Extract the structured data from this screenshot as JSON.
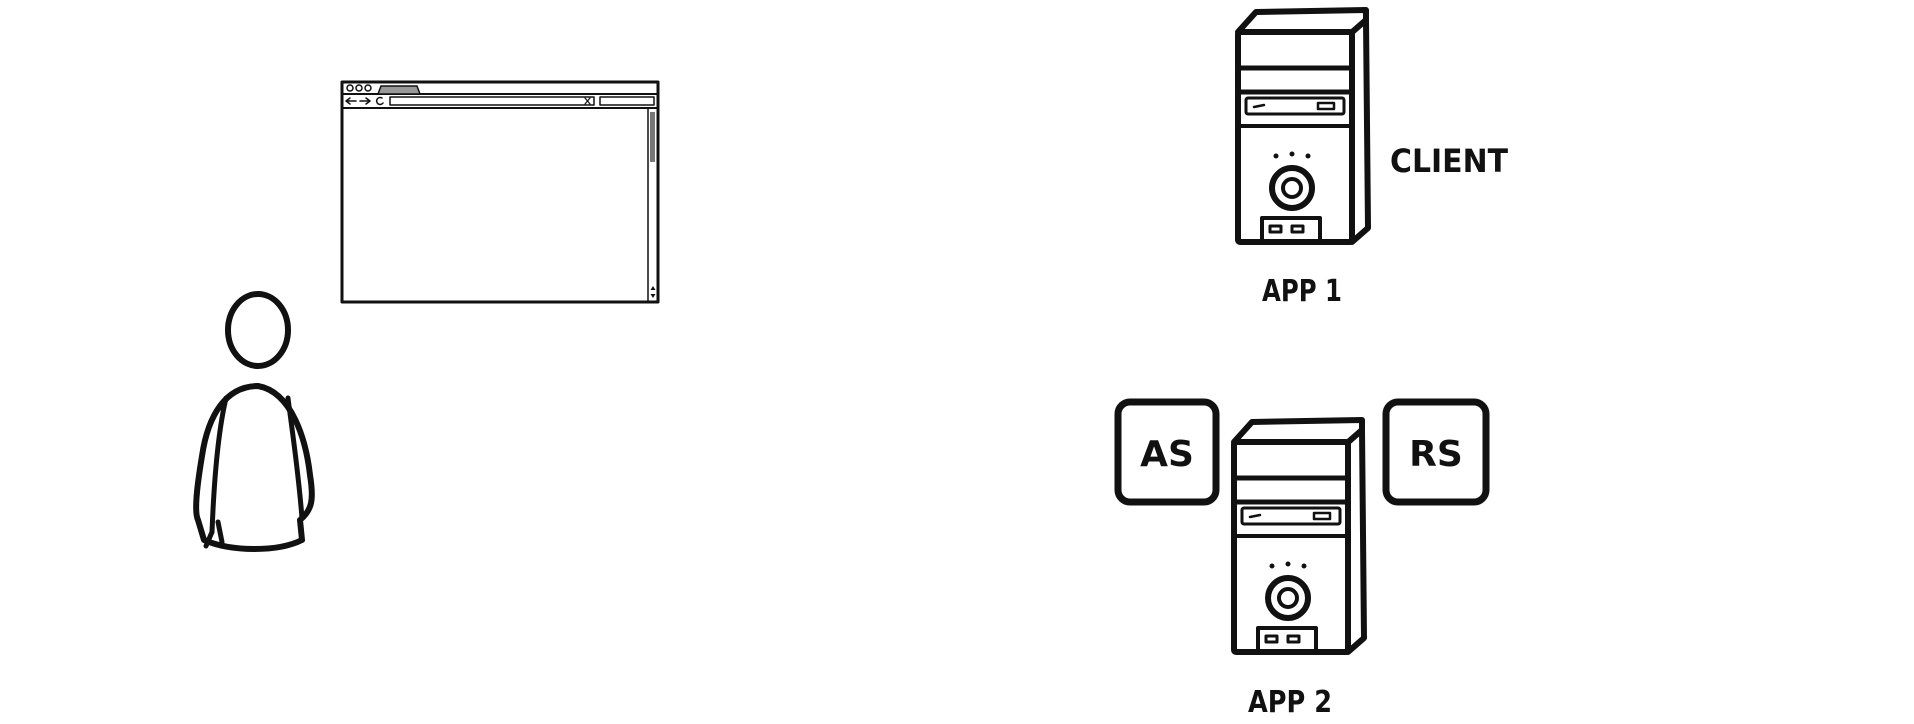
{
  "labels": {
    "client": "CLIENT",
    "app1": "APP 1",
    "app2": "APP 2",
    "as_box": "AS",
    "rs_box": "RS"
  },
  "icons": {
    "person": "person-icon",
    "browser": "browser-window-icon",
    "server": "server-tower-icon"
  },
  "colors": {
    "ink": "#111111",
    "background": "#ffffff"
  }
}
